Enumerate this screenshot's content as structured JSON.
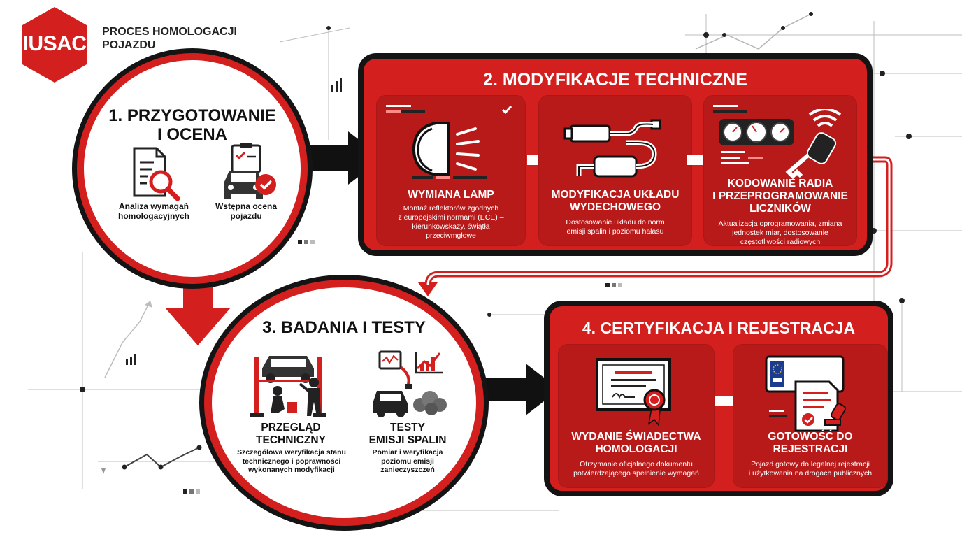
{
  "brand": {
    "logo_text": "IUSAC",
    "title_line1": "PROCES HOMOLOGACJI",
    "title_line2": "POJAZDU"
  },
  "colors": {
    "accent": "#d41f1f",
    "dark": "#141414",
    "card": "#b81a1a",
    "background": "#ffffff"
  },
  "step1": {
    "title_line1": "1. PRZYGOTOWANIE",
    "title_line2": "I OCENA",
    "items": [
      {
        "icon": "document-magnifier-icon",
        "label_line1": "Analiza wymagań",
        "label_line2": "homologacyjnych"
      },
      {
        "icon": "car-checklist-icon",
        "label_line1": "Wstępna ocena",
        "label_line2": "pojazdu"
      }
    ]
  },
  "step2": {
    "title": "2. MODYFIKACJE TECHNICZNE",
    "cards": [
      {
        "icon": "headlamp-icon",
        "title_line1": "WYMIANA LAMP",
        "title_line2": "",
        "desc": [
          "Montaż reflektorów zgodnych",
          "z europejskimi normami (ECE) –",
          "kierunkowskazy, świątła",
          "przeciwmgłowe"
        ]
      },
      {
        "icon": "exhaust-pipe-icon",
        "title_line1": "MODYFIKACJA UKŁADU",
        "title_line2": "WYDECHOWEGO",
        "desc": [
          "Dostosowanie układu do norm",
          "emisji spalin i poziomu hałasu"
        ]
      },
      {
        "icon": "dashboard-key-icon",
        "title_line1": "KODOWANIE RADIA",
        "title_line2": "I PRZEPROGRAMOWANIE",
        "title_line3": "LICZNIKÓW",
        "desc": [
          "Aktualizacja oprogramowania, zmiana",
          "jednostek miar, dostosowanie",
          "częstotliwości radiowych"
        ]
      }
    ]
  },
  "step3": {
    "title": "3. BADANIA I TESTY",
    "items": [
      {
        "icon": "car-lift-mechanic-icon",
        "title_line1": "PRZEGLĄD",
        "title_line2": "TECHNICZNY",
        "desc": [
          "Szczegółowa weryfikacja stanu",
          "technicznego i poprawności",
          "wykonanych modyfikacji"
        ]
      },
      {
        "icon": "emission-test-icon",
        "title_line1": "TESTY",
        "title_line2": "EMISJI SPALIN",
        "desc": [
          "Pomiar i weryfikacja",
          "poziomu emisji",
          "zanieczyszczeń"
        ]
      }
    ]
  },
  "step4": {
    "title": "4. CERTYFIKACJA I REJESTRACJA",
    "cards": [
      {
        "icon": "certificate-icon",
        "title_line1": "WYDANIE ŚWIADECTWA",
        "title_line2": "HOMOLOGACJI",
        "desc": [
          "Otrzymanie oficjalnego dokumentu",
          "potwierdzającego spełnienie wymagań"
        ]
      },
      {
        "icon": "registration-document-icon",
        "title_line1": "GOTOWOŚĆ DO",
        "title_line2": "REJESTRACJI",
        "desc": [
          "Pojazd gotowy do legalnej rejestracji",
          "i użytkowania na drogach publicznych"
        ]
      }
    ]
  }
}
